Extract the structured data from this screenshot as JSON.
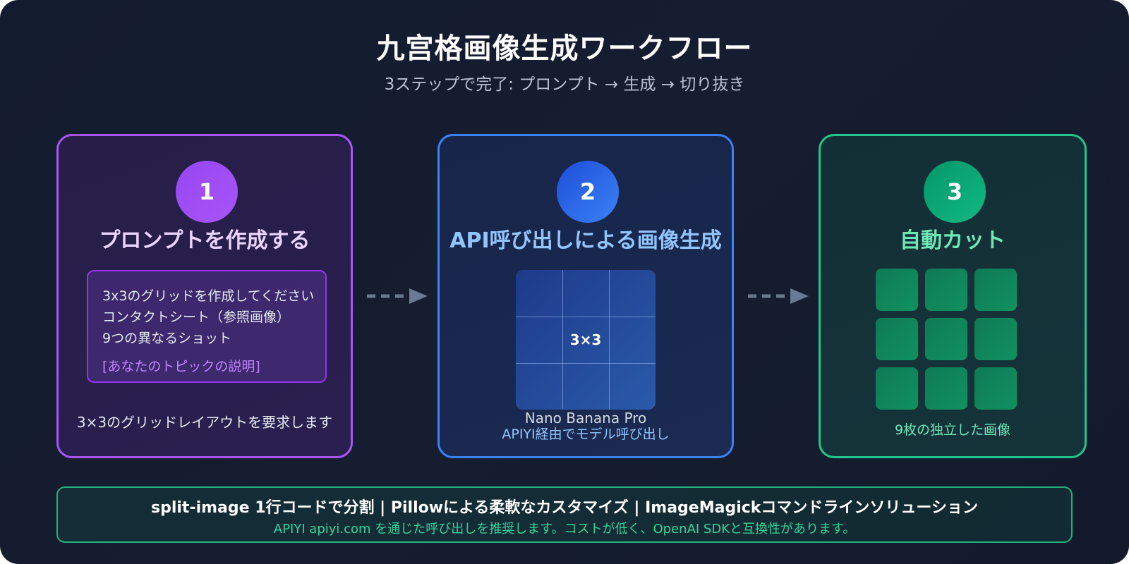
{
  "header": {
    "title": "九宫格画像生成ワークフロー",
    "subtitle": "3ステップで完了:  プロンプト → 生成 → 切り抜き"
  },
  "steps": [
    {
      "number": "1",
      "title": "プロンプトを作成する",
      "prompt_lines": [
        "3x3のグリッドを作成してください",
        "コンタクトシート（参照画像）",
        "9つの異なるショット"
      ],
      "prompt_hint": "[あなたのトピックの説明]",
      "caption": "3×3のグリッドレイアウトを要求します",
      "accent": "#a855f7"
    },
    {
      "number": "2",
      "title": "API呼び出しによる画像生成",
      "grid_label": "3×3",
      "model_name": "Nano Banana Pro",
      "model_via": "APIYI経由でモデル呼び出し",
      "accent": "#3b82f6"
    },
    {
      "number": "3",
      "title": "自動カット",
      "tile_count": 9,
      "caption": "9枚の独立した画像",
      "accent": "#10b981"
    }
  ],
  "footer": {
    "main": "split-image 1行コードで分割 | Pillowによる柔軟なカスタマイズ | ImageMagickコマンドラインソリューション",
    "sub": "APIYI apiyi.com を通じた呼び出しを推奨します。コストが低く、OpenAI SDKと互換性があります。"
  },
  "colors": {
    "background": "#131b2e",
    "arrow": "#6b7a90"
  }
}
